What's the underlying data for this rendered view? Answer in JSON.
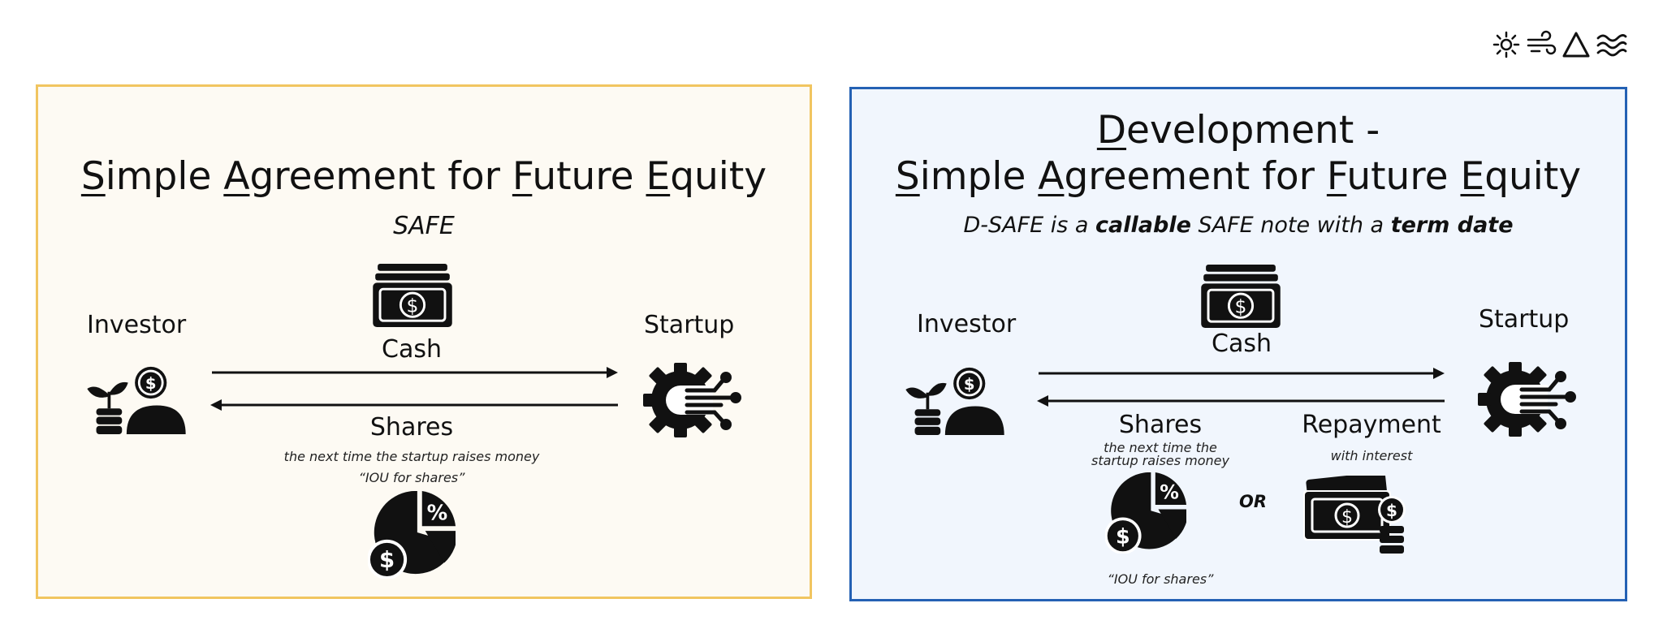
{
  "icons_top": [
    "sun-icon",
    "wind-icon",
    "triangle-icon",
    "waves-icon"
  ],
  "colors": {
    "left_border": "#f1c560",
    "left_bg": "#fdfaf3",
    "right_border": "#2461b4",
    "right_bg": "#f1f6fd",
    "ink": "#111111"
  },
  "left": {
    "title": {
      "w1_first": "S",
      "w1_rest": "imple ",
      "w2_first": "A",
      "w2_rest": "greement for ",
      "w3_first": "F",
      "w3_rest": "uture ",
      "w4_first": "E",
      "w4_rest": "quity"
    },
    "subtitle": "SAFE",
    "investor": "Investor",
    "startup": "Startup",
    "cash": "Cash",
    "shares": "Shares",
    "shares_note": "the next time the startup raises money",
    "iou": "“IOU for shares”"
  },
  "right": {
    "title_line1_first": "D",
    "title_line1_rest": "evelopment -",
    "title": {
      "w1_first": "S",
      "w1_rest": "imple ",
      "w2_first": "A",
      "w2_rest": "greement for ",
      "w3_first": "F",
      "w3_rest": "uture ",
      "w4_first": "E",
      "w4_rest": "quity"
    },
    "subtitle_a": "D-SAFE is a ",
    "subtitle_b": "callable",
    "subtitle_c": " SAFE note with a ",
    "subtitle_d": "term date",
    "investor": "Investor",
    "startup": "Startup",
    "cash": "Cash",
    "shares": "Shares",
    "shares_note_1": "the next time the",
    "shares_note_2": "startup raises money",
    "repayment": "Repayment",
    "repayment_note": "with interest",
    "or": "OR",
    "iou": "“IOU for shares”"
  }
}
